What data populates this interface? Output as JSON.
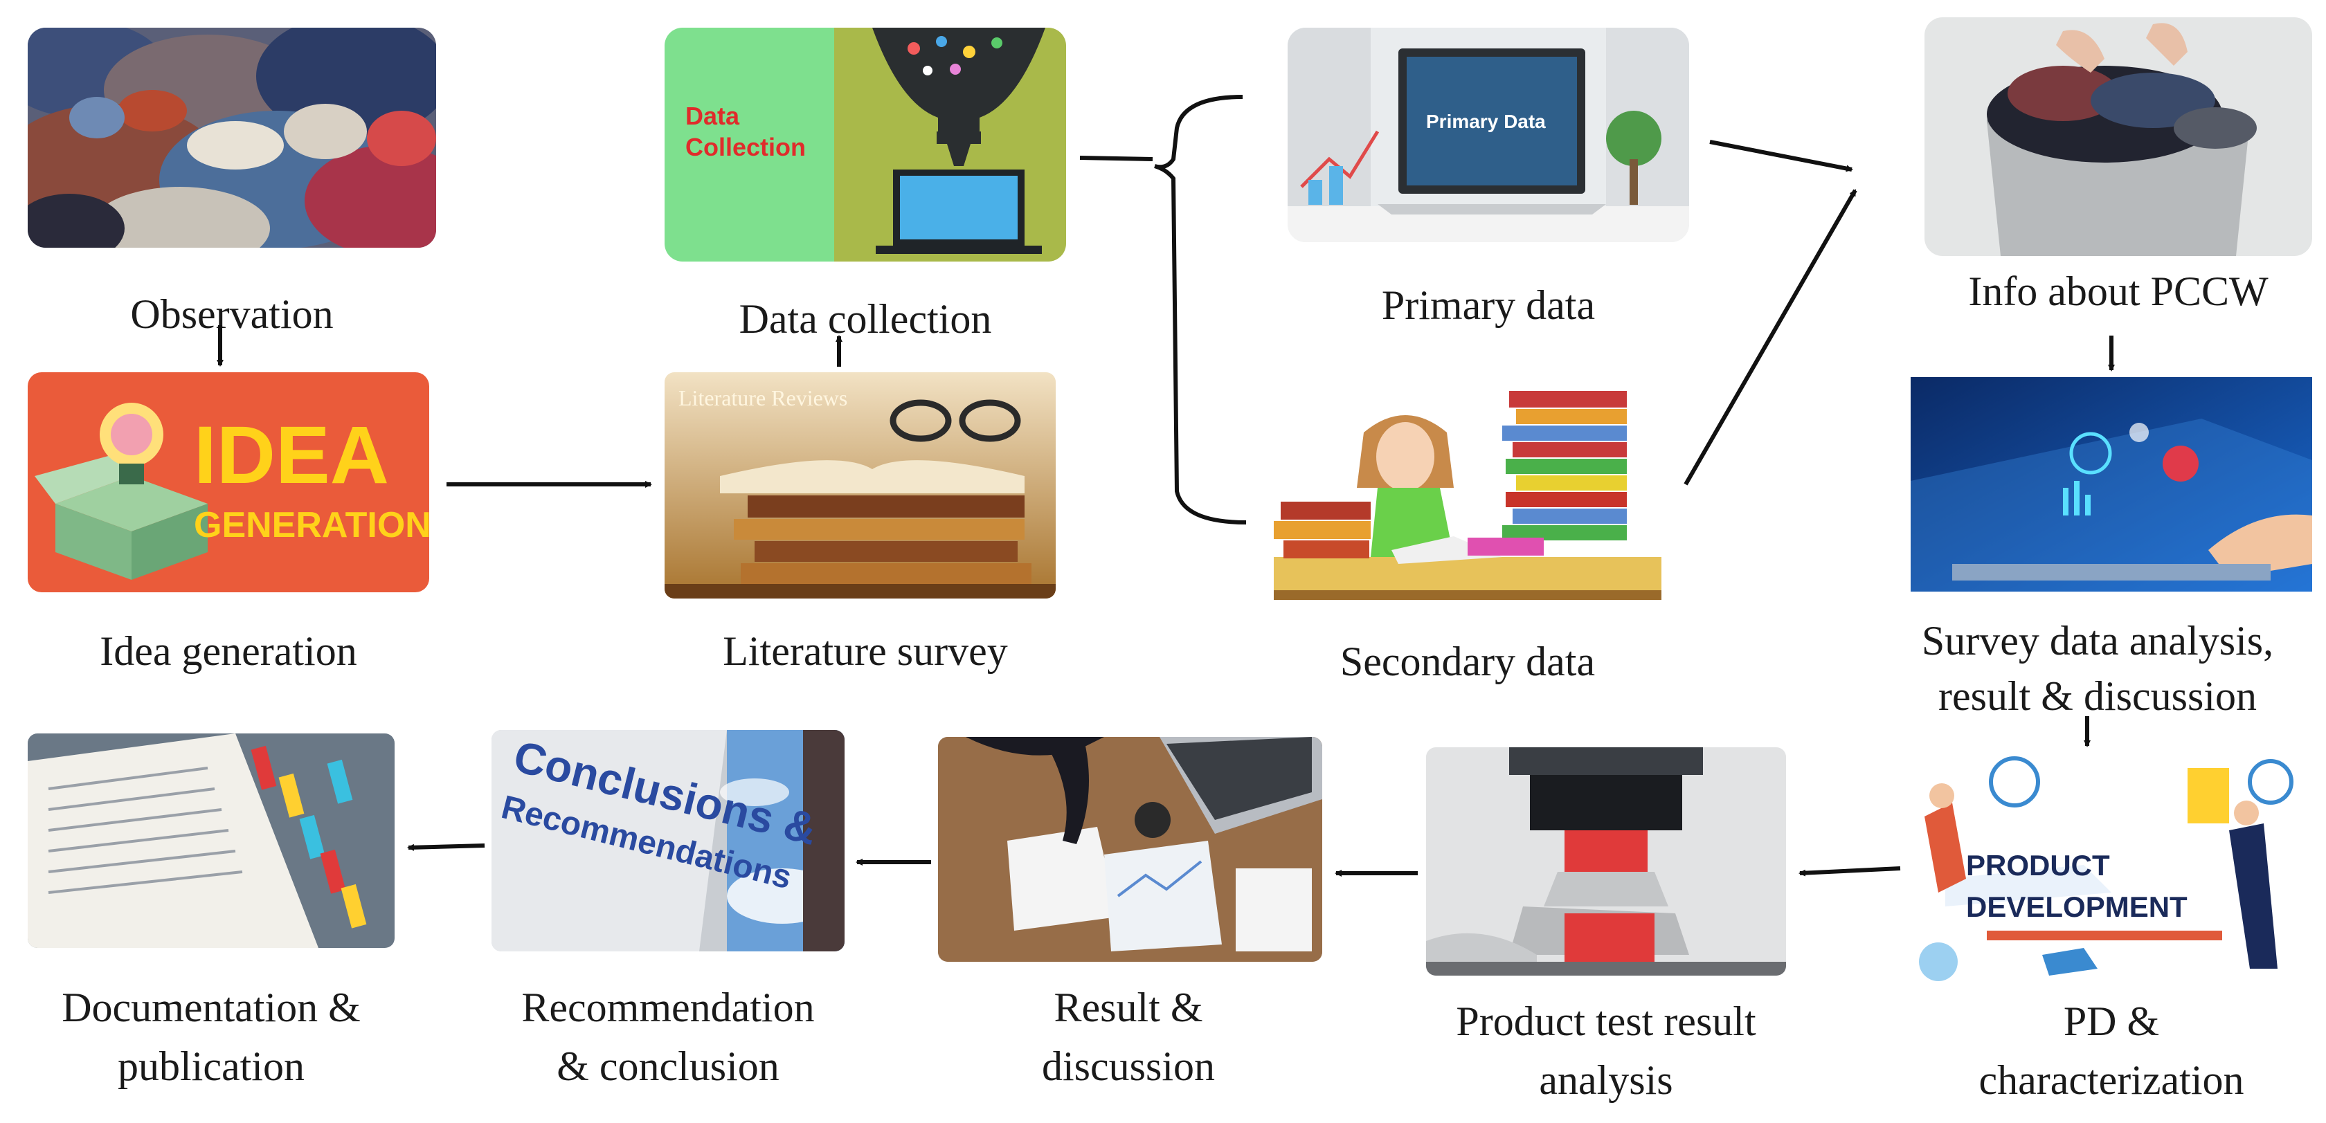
{
  "captions": {
    "observation": "Observation",
    "idea_generation": "Idea generation",
    "data_collection": "Data collection",
    "literature_survey": "Literature survey",
    "primary_data": "Primary data",
    "secondary_data": "Secondary data",
    "info_pccw": "Info about PCCW",
    "survey_line1": "Survey data analysis,",
    "survey_line2": "result & discussion",
    "pd_line1": "PD &",
    "pd_line2": "characterization",
    "test_line1": "Product test result",
    "test_line2": "analysis",
    "result_line1": "Result &",
    "result_line2": "discussion",
    "rec_line1": "Recommendation",
    "rec_line2": "& conclusion",
    "doc_line1": "Documentation &",
    "doc_line2": "publication"
  },
  "image_text": {
    "data_collection_1": "Data",
    "data_collection_2": "Collection",
    "primary_data": "Primary Data",
    "idea_1": "IDEA",
    "idea_2": "GENERATION",
    "literature": "Literature Reviews",
    "product_1": "PRODUCT",
    "product_2": "DEVELOPMENT",
    "conclusions_1": "Conclusions &",
    "conclusions_2": "Recommendations"
  },
  "colors": {
    "arrow": "#111111",
    "idea_bg": "#ea5b3a",
    "idea_text": "#ffd21a",
    "data_green": "#7ee08e",
    "data_olive": "#a9b94a",
    "screen_blue": "#2f5f8a"
  }
}
